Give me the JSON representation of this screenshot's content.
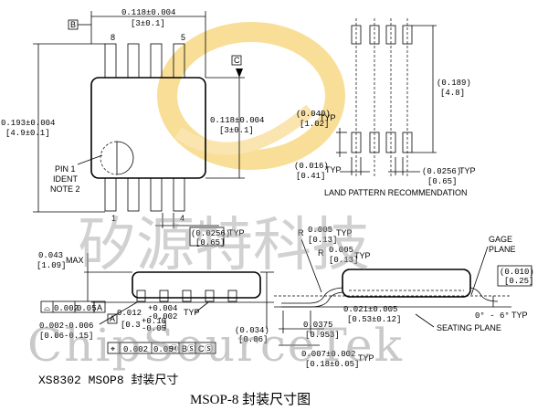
{
  "top_view": {
    "width_dim": "0.118±0.004",
    "width_dim_mm": "[3±0.1]",
    "height_dim": "0.193±0.004",
    "height_dim_mm": "[4.9±0.1]",
    "body_height_dim": "0.118±0.004",
    "body_height_dim_mm": "[3±0.1]",
    "datum_b": "B",
    "datum_c": "C",
    "pin8": "8",
    "pin5": "5",
    "pin1": "1",
    "pin4": "4",
    "pin1_note_1": "PIN 1",
    "pin1_note_2": "IDENT",
    "pin1_note_3": "NOTE 2",
    "pitch_dim": "(0.0256)",
    "pitch_dim_typ": "TYP",
    "pitch_dim_mm": "[0.65]"
  },
  "land_pattern": {
    "title": "LAND PATTERN RECOMMENDATION",
    "dim_1": "(0.040)",
    "dim_1_mm": "[1.02]",
    "dim_1_typ": "TYP",
    "dim_2": "(0.016)",
    "dim_2_mm": "[0.41]",
    "dim_2_typ": "TYP",
    "dim_3": "(0.189)",
    "dim_3_mm": "[4.8]",
    "dim_4": "(0.0256)",
    "dim_4_mm": "[0.65]",
    "dim_4_typ": "TYP"
  },
  "side_view": {
    "max_height": "0.043",
    "max_height_mm": "[1.09]",
    "max_label": "MAX",
    "fcf_1_sym": "⌓",
    "fcf_1_val": "0.002",
    "fcf_1_val2": "0.05",
    "fcf_1_ref": "A",
    "datum_a": "A",
    "standoff": "0.002-0.006",
    "standoff_mm": "[0.06-0.15]",
    "lead_width": "0.012",
    "lead_width_tol_up": "+0.004",
    "lead_width_tol_dn": "-0.002",
    "lead_width_typ": "TYP",
    "lead_width_mm": "[0.3",
    "lead_width_mm_tol_up": "+0.10",
    "lead_width_mm_tol_dn": "-0.05",
    "lead_width_mm_close": "]",
    "fcf_2_sym": "⌖",
    "fcf_2_val": "0.002",
    "fcf_2_val2": "0.05",
    "fcf_2_mod": "Ⓜ",
    "fcf_2_b": "B",
    "fcf_2_s": "Ⓢ",
    "fcf_2_c": "C",
    "fcf_2_s2": "Ⓢ",
    "side_height": "(0.034)",
    "side_height_mm": "[0.86]"
  },
  "lead_detail": {
    "r1": "R",
    "r1_val": "0.005",
    "r1_mm": "[0.13]",
    "r1_typ": "TYP",
    "r2": "R",
    "r2_val": "0.005",
    "r2_mm": "[0.13]",
    "r2_typ": "TYP",
    "gage_1": "GAGE",
    "gage_2": "PLANE",
    "gage_dim": "(0.010)",
    "gage_dim_mm": "[0.25]",
    "foot": "0.021±0.005",
    "foot_mm": "[0.53±0.12]",
    "seating": "SEATING PLANE",
    "foot2": "0.0375",
    "foot2_mm": "[0.953]",
    "angle": "0° - 6°",
    "angle_typ": "TYP",
    "thick": "0.007±0.002",
    "thick_mm": "[0.18±0.05]",
    "thick_typ": "TYP"
  },
  "watermark": {
    "cn": "矽源特科技",
    "en": "ChipSourceTek"
  },
  "caption": {
    "line1": "XS8302 MSOP8 封装尺寸",
    "line2": "MSOP-8 封装尺寸图"
  },
  "logo_color": "#f5c445"
}
